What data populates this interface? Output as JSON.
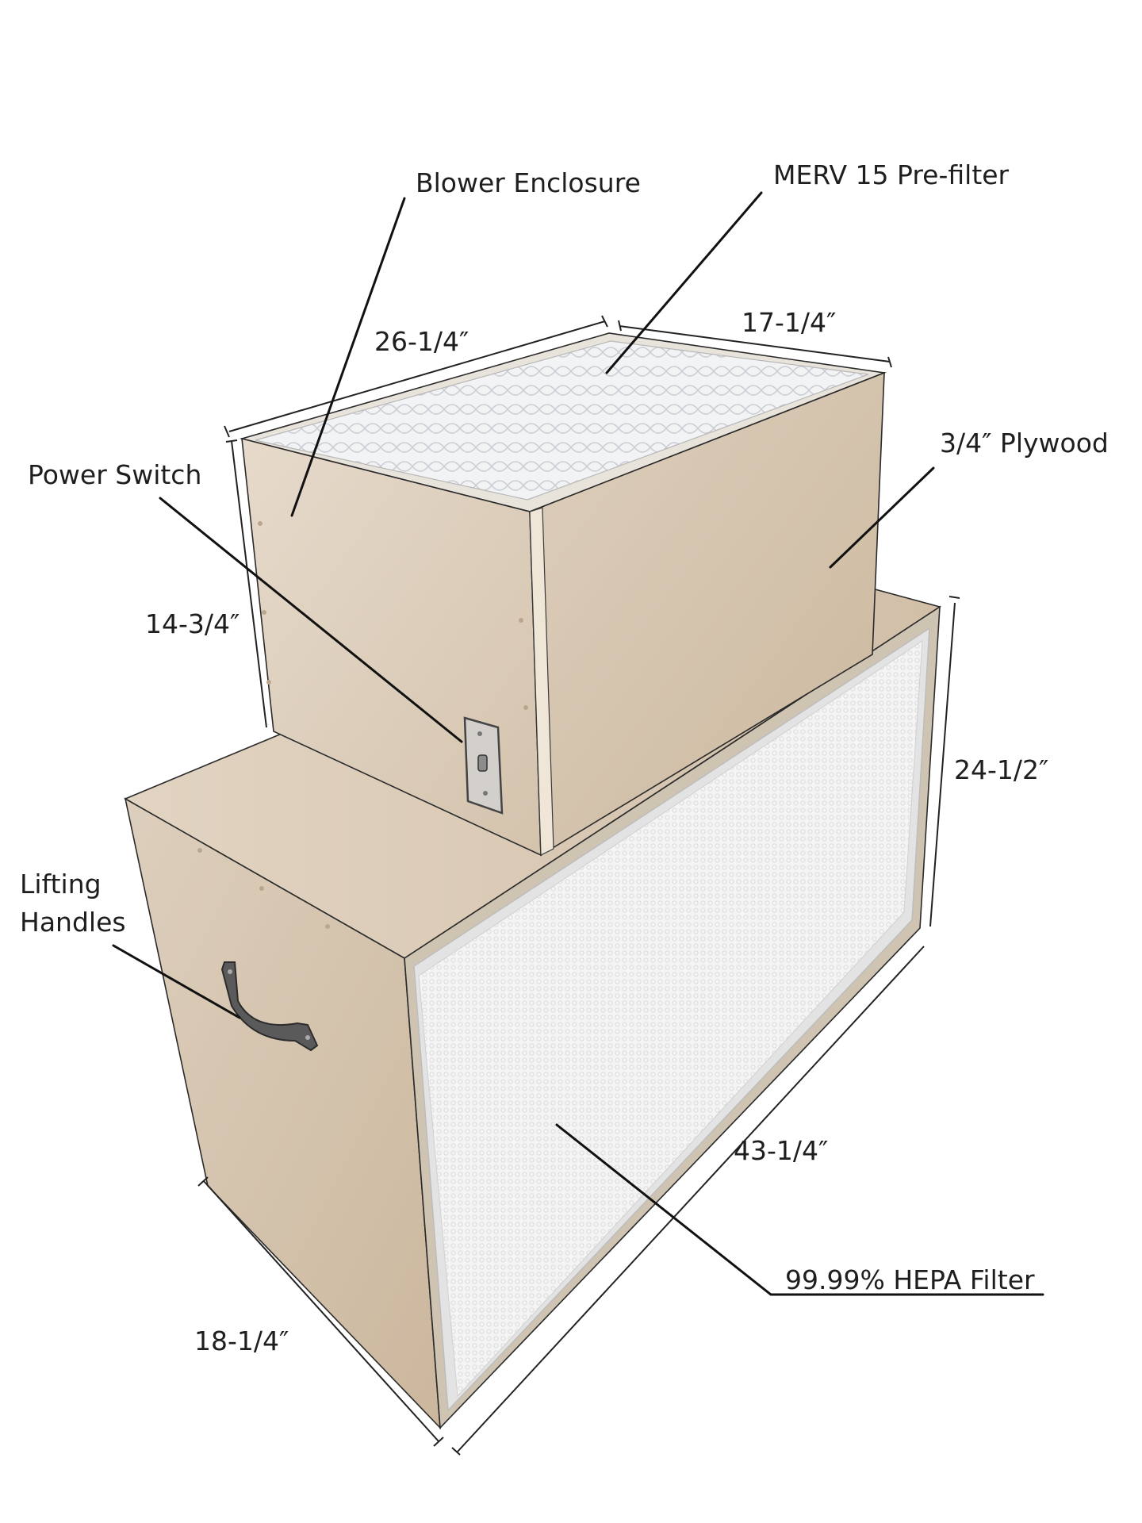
{
  "callouts": {
    "blower_enclosure": "Blower Enclosure",
    "merv_prefilter": "MERV 15 Pre-filter",
    "plywood": "3/4″ Plywood",
    "power_switch": "Power Switch",
    "lifting_handles_line1": "Lifting",
    "lifting_handles_line2": "Handles",
    "hepa_filter": "99.99% HEPA Filter"
  },
  "dimensions": {
    "top_width": "26-1/4″",
    "top_depth": "17-1/4″",
    "top_height": "14-3/4″",
    "base_height": "24-1/2″",
    "base_length": "43-1/4″",
    "base_depth": "18-1/4″"
  },
  "colors": {
    "plywood_light": "#e4d8c8",
    "plywood_mid": "#d6c6b1",
    "plywood_dark": "#c9b69d",
    "filter_white": "#f1f1f1",
    "frame_gray": "#c8c8c8",
    "hardware": "#5a5a5a"
  }
}
